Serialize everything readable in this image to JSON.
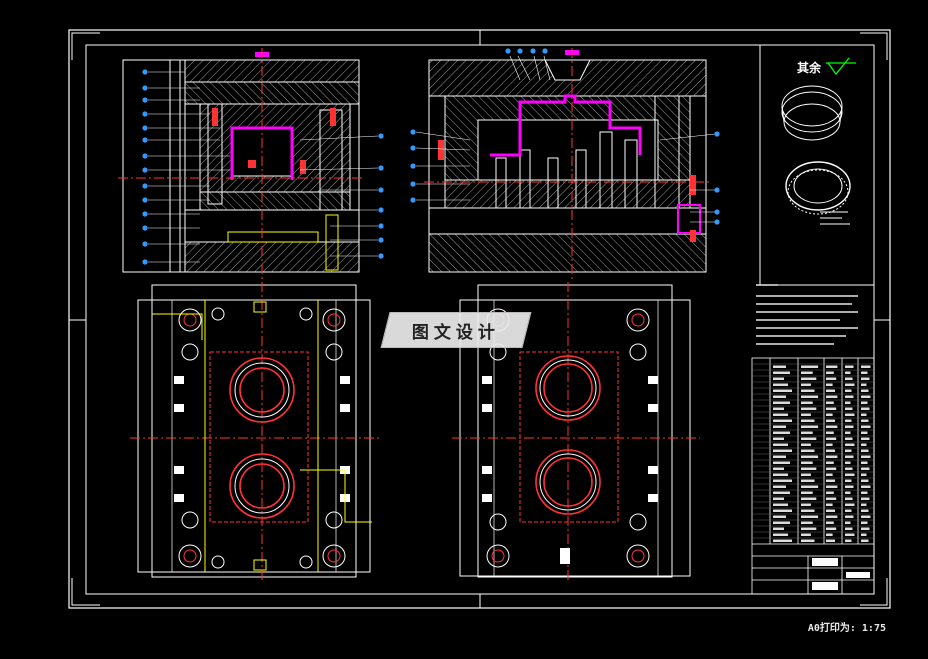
{
  "drawing": {
    "surface_finish_label": "其余",
    "watermark_text": "图文设计",
    "print_note": "A0打印为: 1:75"
  },
  "colors": {
    "background": "#000000",
    "frame": "#ffffff",
    "outline": "#ffffff",
    "red_center": "#ff3030",
    "magenta": "#ff00ff",
    "yellow": "#ffff00",
    "balloon": "#3399ff",
    "surface_mark": "#00ff00",
    "hatch": "#bdbdbd"
  }
}
